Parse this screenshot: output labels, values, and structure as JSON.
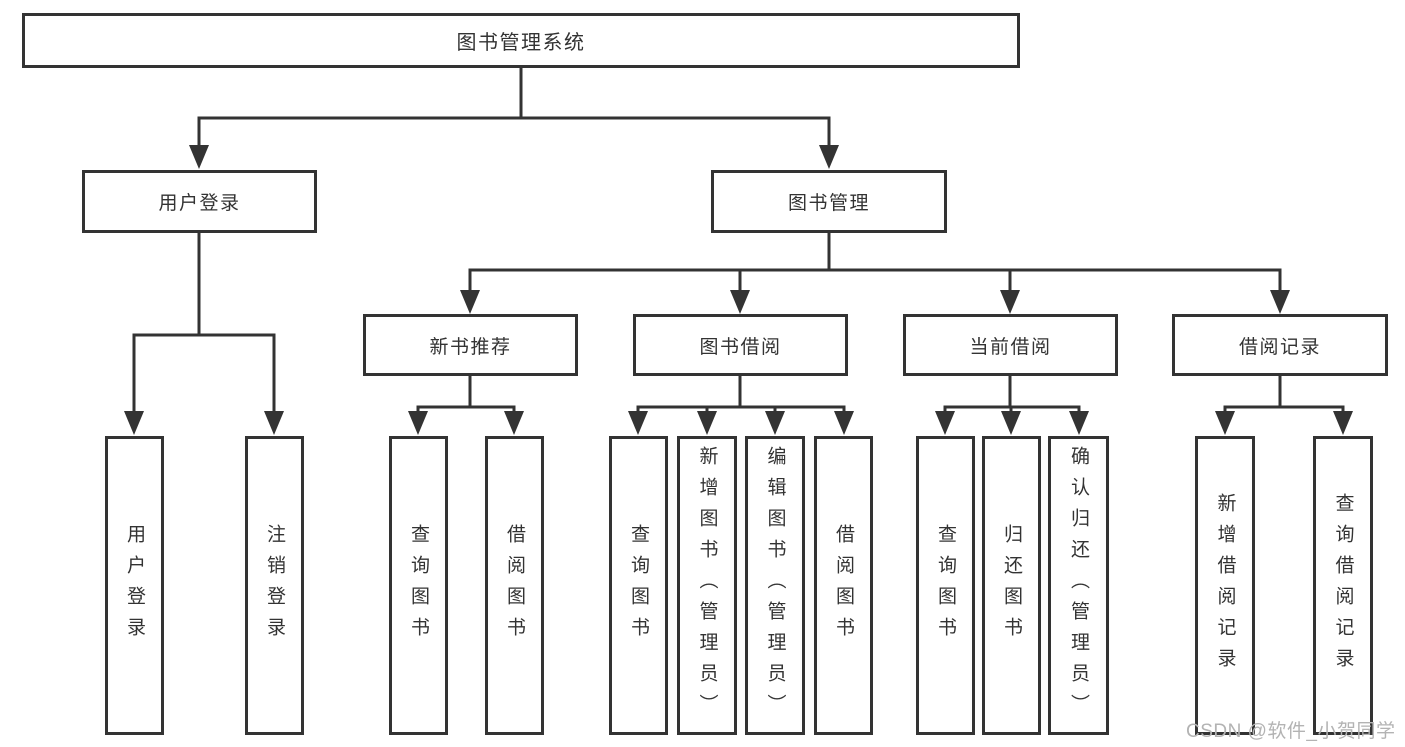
{
  "diagram": {
    "title": "图书管理系统",
    "type": "function-structure-tree",
    "colors": {
      "line": "#333333",
      "box_border": "#333333",
      "box_background": "#ffffff",
      "text": "#333333",
      "watermark": "#b3b3b3",
      "page_background": "#ffffff"
    },
    "nodes": {
      "root": {
        "label": "图书管理系统"
      },
      "level2": [
        {
          "label": "用户登录",
          "parent": "图书管理系统"
        },
        {
          "label": "图书管理",
          "parent": "图书管理系统"
        }
      ],
      "level3": [
        {
          "label": "新书推荐",
          "parent": "图书管理"
        },
        {
          "label": "图书借阅",
          "parent": "图书管理"
        },
        {
          "label": "当前借阅",
          "parent": "图书管理"
        },
        {
          "label": "借阅记录",
          "parent": "图书管理"
        }
      ],
      "leaves": [
        {
          "label": "用户登录",
          "parent": "用户登录"
        },
        {
          "label": "注销登录",
          "parent": "用户登录"
        },
        {
          "label": "查询图书",
          "parent": "新书推荐"
        },
        {
          "label": "借阅图书",
          "parent": "新书推荐"
        },
        {
          "label": "查询图书",
          "parent": "图书借阅"
        },
        {
          "label": "新增图书（管理员）",
          "parent": "图书借阅"
        },
        {
          "label": "编辑图书（管理员）",
          "parent": "图书借阅"
        },
        {
          "label": "借阅图书",
          "parent": "图书借阅"
        },
        {
          "label": "查询图书",
          "parent": "当前借阅"
        },
        {
          "label": "归还图书",
          "parent": "当前借阅"
        },
        {
          "label": "确认归还（管理员）",
          "parent": "当前借阅"
        },
        {
          "label": "新增借阅记录",
          "parent": "借阅记录"
        },
        {
          "label": "查询借阅记录",
          "parent": "借阅记录"
        }
      ]
    }
  },
  "watermark": {
    "text": "CSDN @软件_小贺同学"
  }
}
